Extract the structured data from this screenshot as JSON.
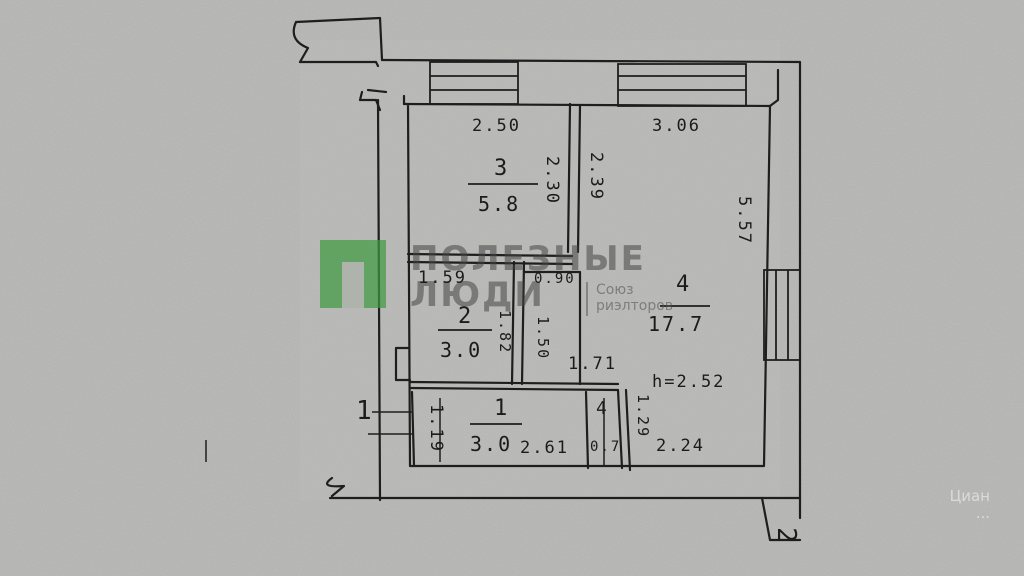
{
  "plan": {
    "rooms": [
      {
        "number": "1",
        "area": "3.0"
      },
      {
        "number": "2",
        "area": "3.0"
      },
      {
        "number": "3",
        "area": "5.8"
      },
      {
        "number": "4",
        "area": "17.7"
      }
    ],
    "dimensions": {
      "r3_width": "2.50",
      "r4_width": "3.06",
      "r3_height": "2.30",
      "r4_inner": "2.39",
      "r4_height": "5.57",
      "r2_width": "1.59",
      "r2_height": "1.82",
      "niche_width": "0.90",
      "niche_height": "1.50",
      "corridor_width": "1.71",
      "r1_height": "1.19",
      "r1_width": "2.61",
      "closet_height": "1.29",
      "closet_area": "0.7",
      "closet_label": "4",
      "r4_bottom": "2.24",
      "ceiling": "h=2.52"
    },
    "axes": {
      "left": "1",
      "bottom": "2"
    }
  },
  "watermark": {
    "line1": "ПОЛЕЗНЫЕ",
    "line2": "ЛЮДИ",
    "sub1": "Союз",
    "sub2": "риэлторов",
    "accent_color": "#3f9a3f"
  },
  "corner_watermark": {
    "line1": "Циан",
    "line2": "..."
  }
}
